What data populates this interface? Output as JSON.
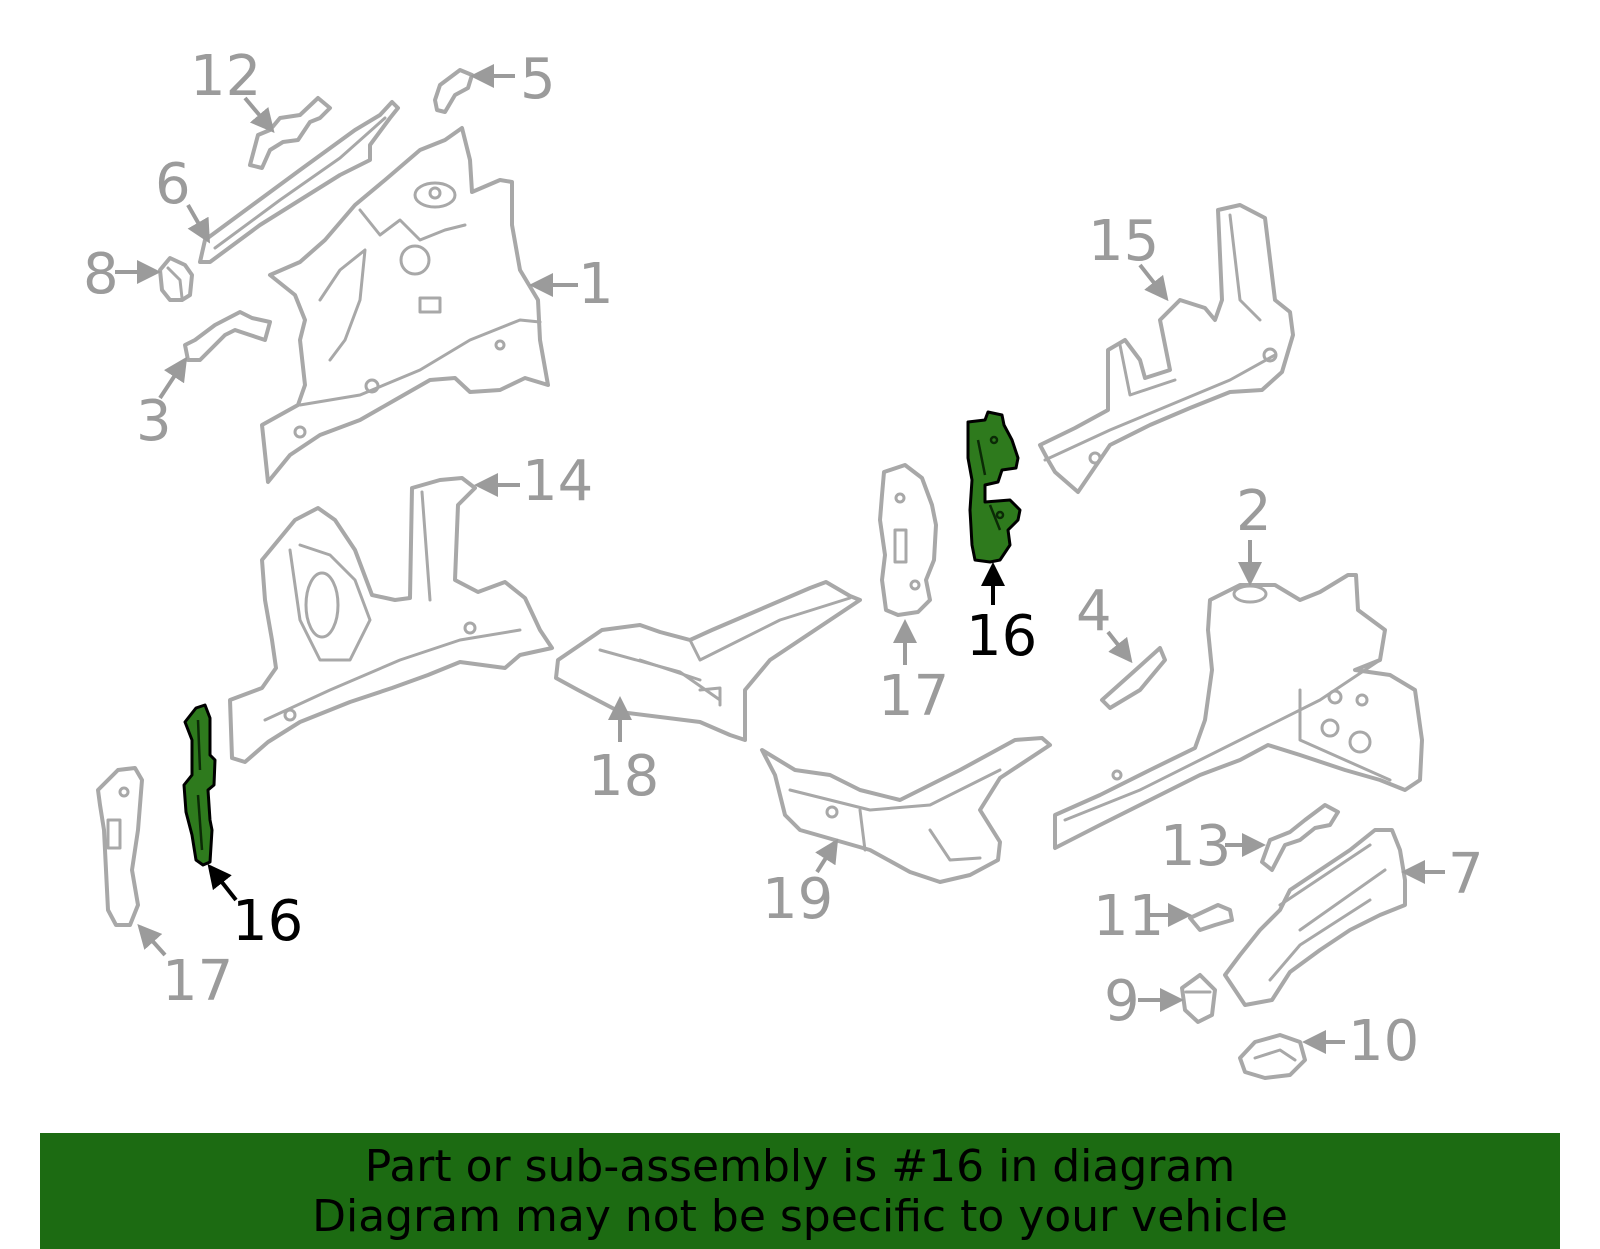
{
  "labels": {
    "p12": "12",
    "p5": "5",
    "p6": "6",
    "p8": "8",
    "p1": "1",
    "p3": "3",
    "p15": "15",
    "p14": "14",
    "p2": "2",
    "p16_right": "16",
    "p17_center": "17",
    "p4": "4",
    "p18": "18",
    "p13": "13",
    "p7": "7",
    "p16_left": "16",
    "p11": "11",
    "p19": "19",
    "p17_left": "17",
    "p9": "9",
    "p10": "10"
  },
  "banner": {
    "line1": "Part or sub-assembly is #16 in diagram",
    "line2": "Diagram may not be specific to your vehicle"
  },
  "colors": {
    "highlight": "#2e7a1d",
    "banner": "#1c6b12",
    "line": "#a8a8a8",
    "label": "#9b9b9b",
    "highlight_label": "#000000"
  }
}
